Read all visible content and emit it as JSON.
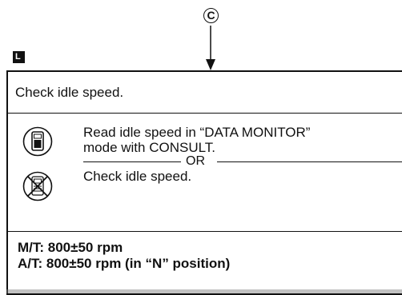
{
  "callout": {
    "label": "C"
  },
  "section": {
    "label": "L"
  },
  "steps": {
    "check_title": "Check idle speed.",
    "consult_text_line1": "Read idle speed in “DATA MONITOR”",
    "consult_text_line2": "mode with CONSULT.",
    "or_label": "OR",
    "no_tools_text": "Check idle speed."
  },
  "spec": {
    "mt": "M/T: 800±50 rpm",
    "at": "A/T: 800±50 rpm (in “N” position)"
  }
}
